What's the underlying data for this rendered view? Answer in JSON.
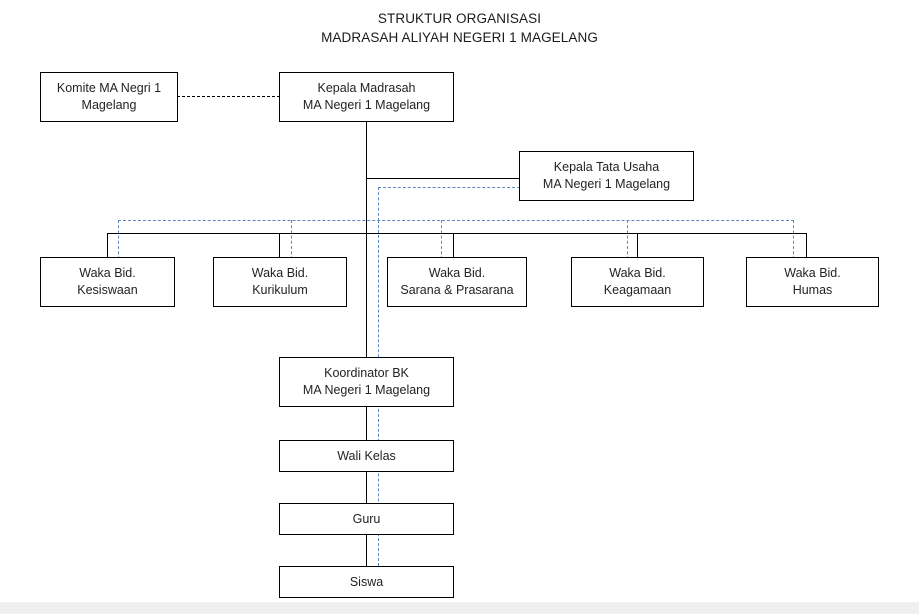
{
  "title": {
    "line1": "STRUKTUR ORGANISASI",
    "line2": "MADRASAH ALIYAH NEGERI 1 MAGELANG"
  },
  "nodes": {
    "komite": {
      "line1": "Komite MA Negri 1",
      "line2": "Magelang"
    },
    "kepala_madrasah": {
      "line1": "Kepala Madrasah",
      "line2": "MA Negeri 1 Magelang"
    },
    "kepala_tata_usaha": {
      "line1": "Kepala Tata Usaha",
      "line2": "MA Negeri 1 Magelang"
    },
    "waka_kesiswaan": {
      "line1": "Waka Bid.",
      "line2": "Kesiswaan"
    },
    "waka_kurikulum": {
      "line1": "Waka Bid.",
      "line2": "Kurikulum"
    },
    "waka_sarana": {
      "line1": "Waka Bid.",
      "line2": "Sarana & Prasarana"
    },
    "waka_keagamaan": {
      "line1": "Waka Bid.",
      "line2": "Keagamaan"
    },
    "waka_humas": {
      "line1": "Waka Bid.",
      "line2": "Humas"
    },
    "koordinator_bk": {
      "line1": "Koordinator BK",
      "line2": "MA Negeri 1 Magelang"
    },
    "wali_kelas": {
      "line1": "Wali Kelas"
    },
    "guru": {
      "line1": "Guru"
    },
    "siswa": {
      "line1": "Siswa"
    }
  },
  "colors": {
    "line_solid": "#000000",
    "line_dashed_blue": "#5b87c4",
    "box_border": "#000000",
    "background": "#ffffff",
    "footer_strip": "#efefef",
    "text": "#232323"
  },
  "connectors": {
    "komite_to_kepala": "dashed-black-horizontal",
    "kepala_to_trunk": "solid-black-vertical",
    "trunk_to_tata_usaha": "solid-black-horizontal",
    "tata_usaha_coordination_bus": "dashed-blue",
    "waka_bus": "solid-black-horizontal",
    "bk_chain": "solid-black-vertical"
  }
}
